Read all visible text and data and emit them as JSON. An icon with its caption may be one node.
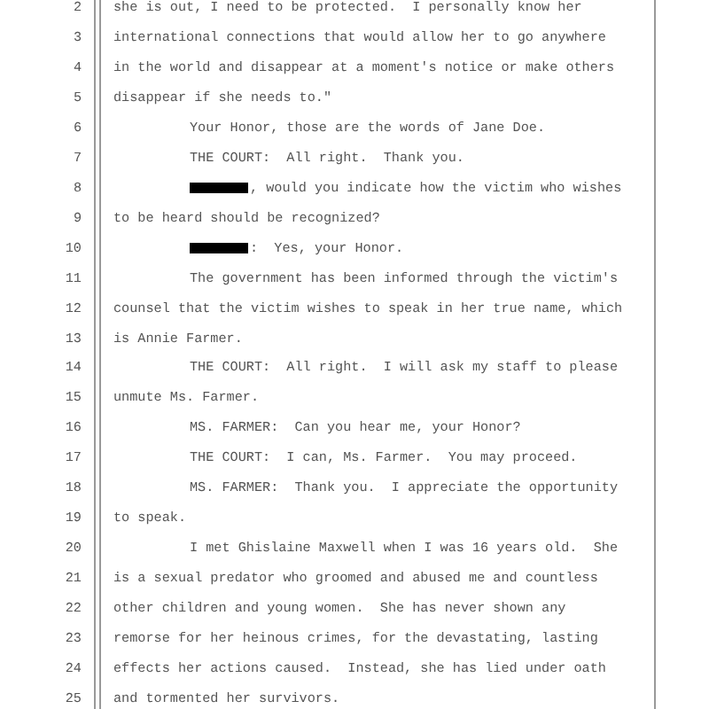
{
  "diagram": {
    "labels": [
      "2",
      "she is out, I need to be protected.  I personally know her",
      "3",
      "international connections that would allow her to go anywhere",
      "4",
      "in the world and disappear at a moment's notice or make others",
      "5",
      "disappear if she needs to.\"",
      "6",
      "Your Honor, those are the words of Jane Doe.",
      "7",
      "THE COURT:  All right.  Thank you.",
      "8",
      ", would you indicate how the victim who wishes",
      "9",
      "to be heard should be recognized?",
      "10",
      ":  Yes, your Honor.",
      "11",
      "The government has been informed through the victim's",
      "12",
      "counsel that the victim wishes to speak in her true name, which",
      "13",
      "is Annie Farmer.",
      "14",
      "THE COURT:  All right.  I will ask my staff to please",
      "15",
      "unmute Ms. Farmer.",
      "16",
      "MS. FARMER:  Can you hear me, your Honor?",
      "17",
      "THE COURT:  I can, Ms. Farmer.  You may proceed.",
      "18",
      "MS. FARMER:  Thank you.  I appreciate the opportunity",
      "19",
      "to speak.",
      "20",
      "I met Ghislaine Maxwell when I was 16 years old.  She",
      "21",
      "is a sexual predator who groomed and abused me and countless",
      "22",
      "other children and young women.  She has never shown any",
      "23",
      "remorse for her heinous crimes, for the devastating, lasting",
      "24",
      "effects her actions caused.  Instead, she has lied under oath",
      "25",
      "and tormented her survivors."
    ]
  }
}
